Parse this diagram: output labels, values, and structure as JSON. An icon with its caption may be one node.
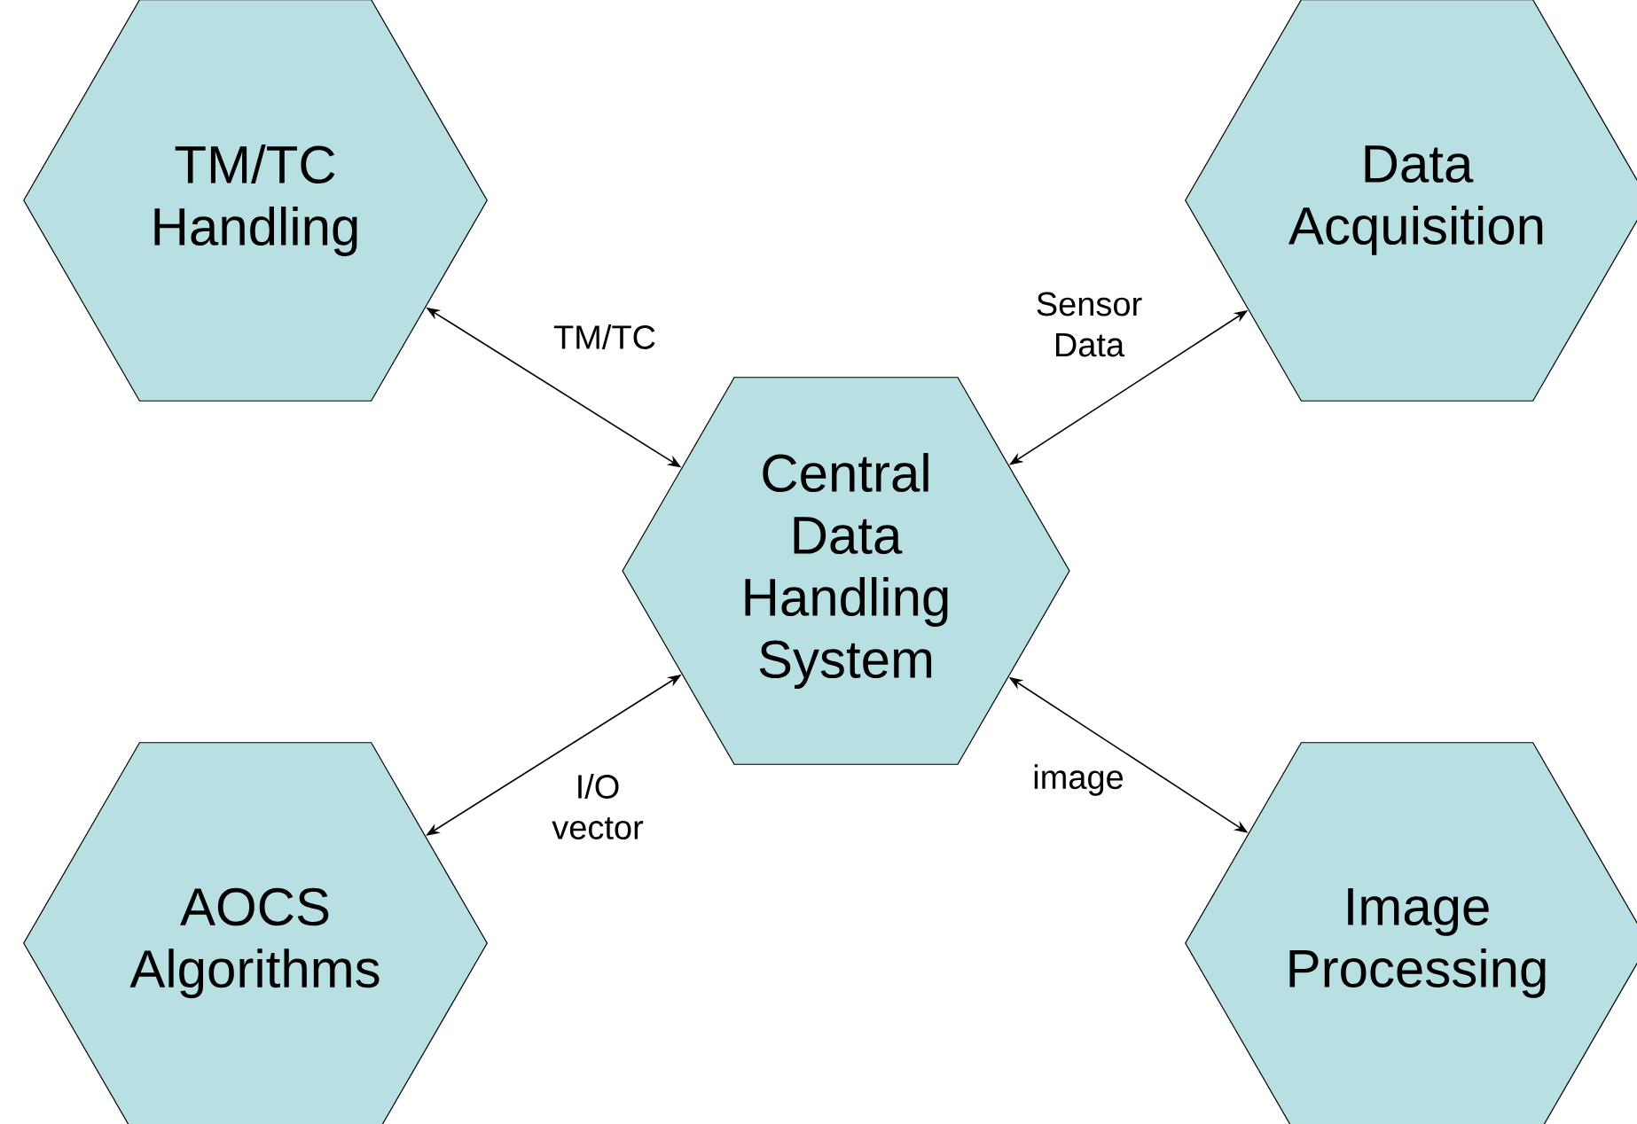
{
  "diagram": {
    "nodes": [
      {
        "text": [
          "TM/TC Handling"
        ]
      },
      {
        "text": [
          "Data Acquisition"
        ]
      },
      {
        "text": [
          "Central Data Handling System"
        ]
      },
      {
        "text": [
          "AOCS Algorithms"
        ]
      },
      {
        "text": [
          "Image Processing"
        ]
      }
    ],
    "edges": [
      {
        "from": 2,
        "to": 0,
        "arrow": "both",
        "label": "TM/TC"
      },
      {
        "from": 2,
        "to": 1,
        "arrow": "both",
        "label": "Sensor Data"
      },
      {
        "from": 2,
        "to": 3,
        "arrow": "both",
        "label": "I/O vector"
      },
      {
        "from": 2,
        "to": 4,
        "arrow": "both",
        "label": "image"
      }
    ]
  }
}
